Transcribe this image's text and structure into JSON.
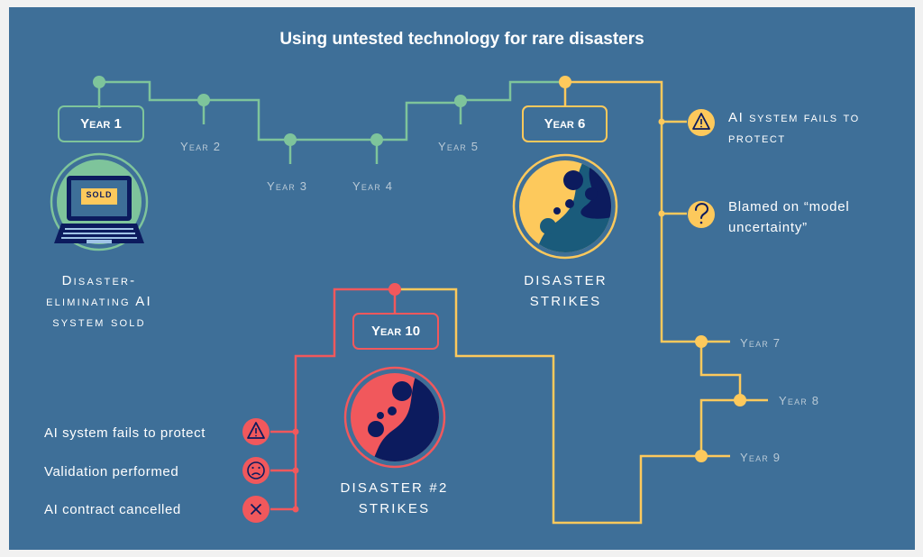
{
  "title": "Using untested technology for rare disasters",
  "years": {
    "y1": "Year 1",
    "y2": "Year 2",
    "y3": "Year 3",
    "y4": "Year 4",
    "y5": "Year 5",
    "y6": "Year 6",
    "y7": "Year 7",
    "y8": "Year 8",
    "y9": "Year 9",
    "y10": "Year 10"
  },
  "laptop_badge": "SOLD",
  "captions": {
    "sold": "Disaster-eliminating AI system sold",
    "disaster1": "Disaster strikes",
    "disaster2": "Disaster #2 strikes"
  },
  "events_year6": {
    "fail": "AI system fails to protect",
    "blamed": "Blamed on “model uncertainty”"
  },
  "events_year10": {
    "fail": "AI system fails to protect",
    "validation": "Validation performed",
    "cancelled": "AI contract cancelled"
  },
  "icons": {
    "warning": "warning-icon",
    "question": "question-icon",
    "sad": "sad-face-icon",
    "close": "close-icon",
    "laptop": "laptop-icon",
    "disaster": "disaster-icon"
  },
  "colors": {
    "background": "#3e6f98",
    "green": "#7ec49b",
    "yellow": "#fdc95c",
    "red": "#f1585c",
    "navy": "#0c1b5e",
    "teal": "#1a5b7b"
  }
}
